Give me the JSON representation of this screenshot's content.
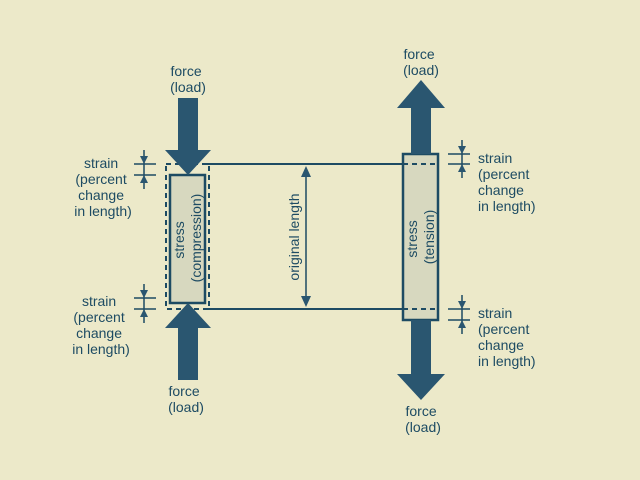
{
  "colors": {
    "background": "#ece9c9",
    "ink": "#1d4b63",
    "arrow_fill": "#2a5670",
    "member_fill": "#d7d8bf"
  },
  "compression": {
    "top_force": [
      "force",
      "(load)"
    ],
    "bottom_force": [
      "force",
      "(load)"
    ],
    "strain_top": [
      "strain",
      "(percent",
      "change",
      "in length)"
    ],
    "strain_bottom": [
      "strain",
      "(percent",
      "change",
      "in length)"
    ],
    "stress": [
      "stress",
      "(compression)"
    ]
  },
  "center": {
    "original_length": "original length"
  },
  "tension": {
    "top_force": [
      "force",
      "(load)"
    ],
    "bottom_force": [
      "force",
      "(load)"
    ],
    "strain_top": [
      "strain",
      "(percent",
      "change",
      "in length)"
    ],
    "strain_bottom": [
      "strain",
      "(percent",
      "change",
      "in length)"
    ],
    "stress": [
      "stress",
      "(tension)"
    ]
  }
}
